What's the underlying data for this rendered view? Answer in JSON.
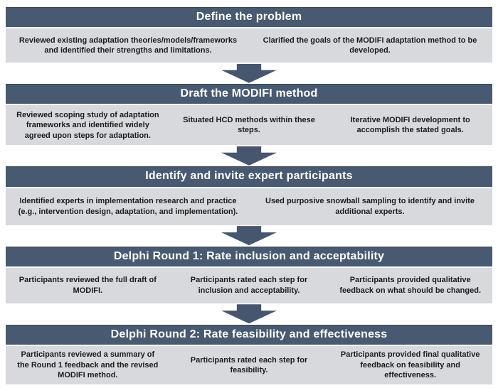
{
  "colors": {
    "header_bg": "#475a72",
    "header_border": "#37465c",
    "body_bg": "#d7d9dd",
    "header_text": "#ffffff",
    "body_text": "#1c1c1c",
    "arrow": "#45566e",
    "page_bg": "#ffffff"
  },
  "stages": [
    {
      "title": "Define the problem",
      "items": [
        "Reviewed existing adaptation theories/models/frameworks and identified their strengths and limitations.",
        "Clarified the goals of the MODIFI adaptation method to be developed."
      ]
    },
    {
      "title": "Draft the MODIFI method",
      "items": [
        "Reviewed scoping study of adaptation frameworks and identified widely agreed upon steps for adaptation.",
        "Situated HCD methods within these steps.",
        "Iterative MODIFI development to accomplish the stated goals."
      ]
    },
    {
      "title": "Identify and invite expert participants",
      "items": [
        "Identified experts in implementation research and practice (e.g., intervention design, adaptation, and implementation).",
        "Used purposive snowball sampling to identify and invite additional experts."
      ]
    },
    {
      "title": "Delphi Round 1: Rate inclusion and acceptability",
      "items": [
        "Participants reviewed the full draft of MODIFI.",
        "Participants rated each step for inclusion and acceptability.",
        "Participants provided qualitative feedback on what should be changed."
      ]
    },
    {
      "title": "Delphi Round 2: Rate feasibility and effectiveness",
      "items": [
        "Participants reviewed a summary of the Round 1 feedback and the revised MODIFI method.",
        "Participants rated each step for feasibility.",
        "Participants provided final qualitative feedback on feasibility and effectiveness."
      ]
    }
  ]
}
